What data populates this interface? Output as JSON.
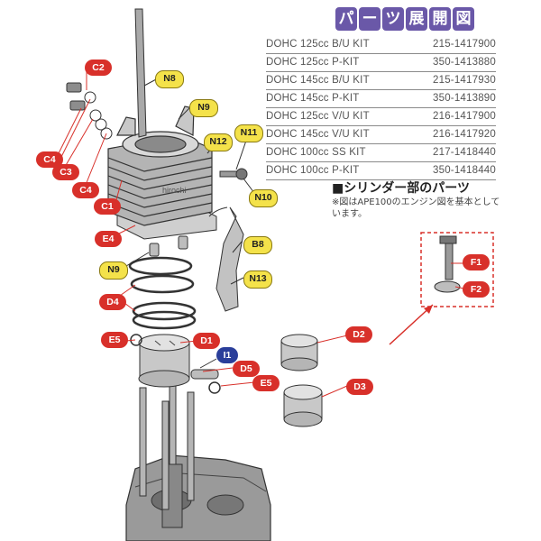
{
  "title_chars": [
    "パ",
    "ー",
    "ツ",
    "展",
    "開",
    "図"
  ],
  "kits": [
    {
      "name": "DOHC 125cc B/U KIT",
      "code": "215-1417900"
    },
    {
      "name": "DOHC 125cc P-KIT",
      "code": "350-1413880"
    },
    {
      "name": "DOHC 145cc B/U KIT",
      "code": "215-1417930"
    },
    {
      "name": "DOHC 145cc P-KIT",
      "code": "350-1413890"
    },
    {
      "name": "DOHC 125cc V/U KIT",
      "code": "216-1417900"
    },
    {
      "name": "DOHC 145cc V/U KIT",
      "code": "216-1417920"
    },
    {
      "name": "DOHC 100cc SS KIT",
      "code": "217-1418440"
    },
    {
      "name": "DOHC 100cc P-KIT",
      "code": "350-1418440"
    }
  ],
  "section": {
    "title": "■シリンダー部のパーツ",
    "note": "※図はAPE100のエンジン図を基本としています。"
  },
  "watermark": "hirochi",
  "labels": {
    "C2": "C2",
    "C3": "C3",
    "C4a": "C4",
    "C4b": "C4",
    "C1": "C1",
    "E4": "E4",
    "E5a": "E5",
    "E5b": "E5",
    "D1": "D1",
    "D2": "D2",
    "D3": "D3",
    "D4": "D4",
    "D5": "D5",
    "N8": "N8",
    "N9a": "N9",
    "N9b": "N9",
    "N10": "N10",
    "N11": "N11",
    "N12": "N12",
    "N13": "N13",
    "B8": "B8",
    "I1": "I1",
    "F1": "F1",
    "F2": "F2"
  },
  "colors": {
    "title_bg": "#6a58a8",
    "label_red": "#d8302a",
    "label_yellow": "#f4e24a",
    "label_blue": "#2a3e9a",
    "arrow_red": "#d8302a"
  }
}
